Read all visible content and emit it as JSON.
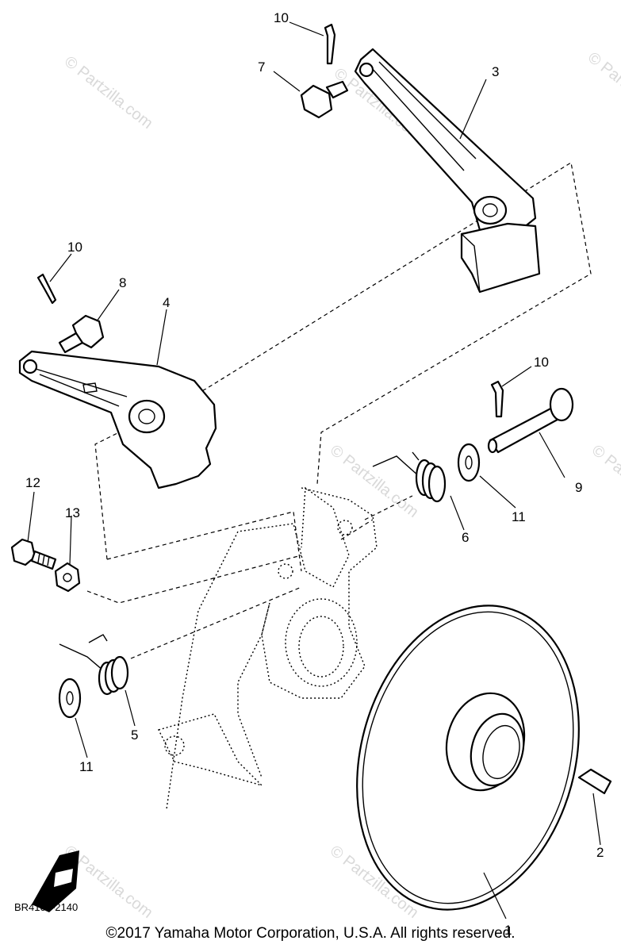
{
  "watermarks": [
    "© Partzilla.com",
    "© Partzilla.com",
    "© Partzilla.com",
    "© Partzilla.com",
    "© Partzilla.com",
    "© Partzilla.com",
    "© Partzilla.com"
  ],
  "callouts": {
    "p1": "1",
    "p2": "2",
    "p3": "3",
    "p4": "4",
    "p5": "5",
    "p6": "6",
    "p7": "7",
    "p8": "8",
    "p9": "9",
    "p10a": "10",
    "p10b": "10",
    "p10c": "10",
    "p11a": "11",
    "p11b": "11",
    "p12": "12",
    "p13": "13"
  },
  "diagram_code": "BR4100-2140",
  "copyright": "©2017  Yamaha Motor Corporation, U.S.A. All rights reserved."
}
